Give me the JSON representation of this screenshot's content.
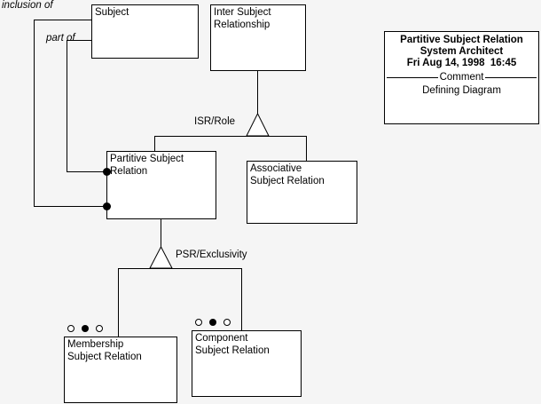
{
  "diagram": {
    "background_color": "#f5f5f5",
    "line_color": "#000000",
    "box_fill": "#ffffff",
    "nodes": [
      {
        "id": "subject",
        "label": "Subject"
      },
      {
        "id": "inter_subject_relationship",
        "label": "Inter Subject\nRelationship"
      },
      {
        "id": "partitive_subject_relation",
        "label": "Partitive Subject\nRelation"
      },
      {
        "id": "associative_subject_relation",
        "label": "Associative\nSubject Relation"
      },
      {
        "id": "membership_subject_relation",
        "label": "Membership\nSubject Relation"
      },
      {
        "id": "component_subject_relation",
        "label": "Component\nSubject Relation"
      }
    ],
    "edge_labels": {
      "inclusion_of": "inclusion of",
      "part_of": "part of",
      "isr_role": "ISR/Role",
      "psr_exclusivity": "PSR/Exclusivity"
    }
  },
  "title_block": {
    "line1": "Partitive Subject Relation",
    "line2": "System Architect",
    "line3": "Fri Aug 14, 1998  16:45",
    "section_label": "Comment",
    "comment": "Defining Diagram"
  }
}
